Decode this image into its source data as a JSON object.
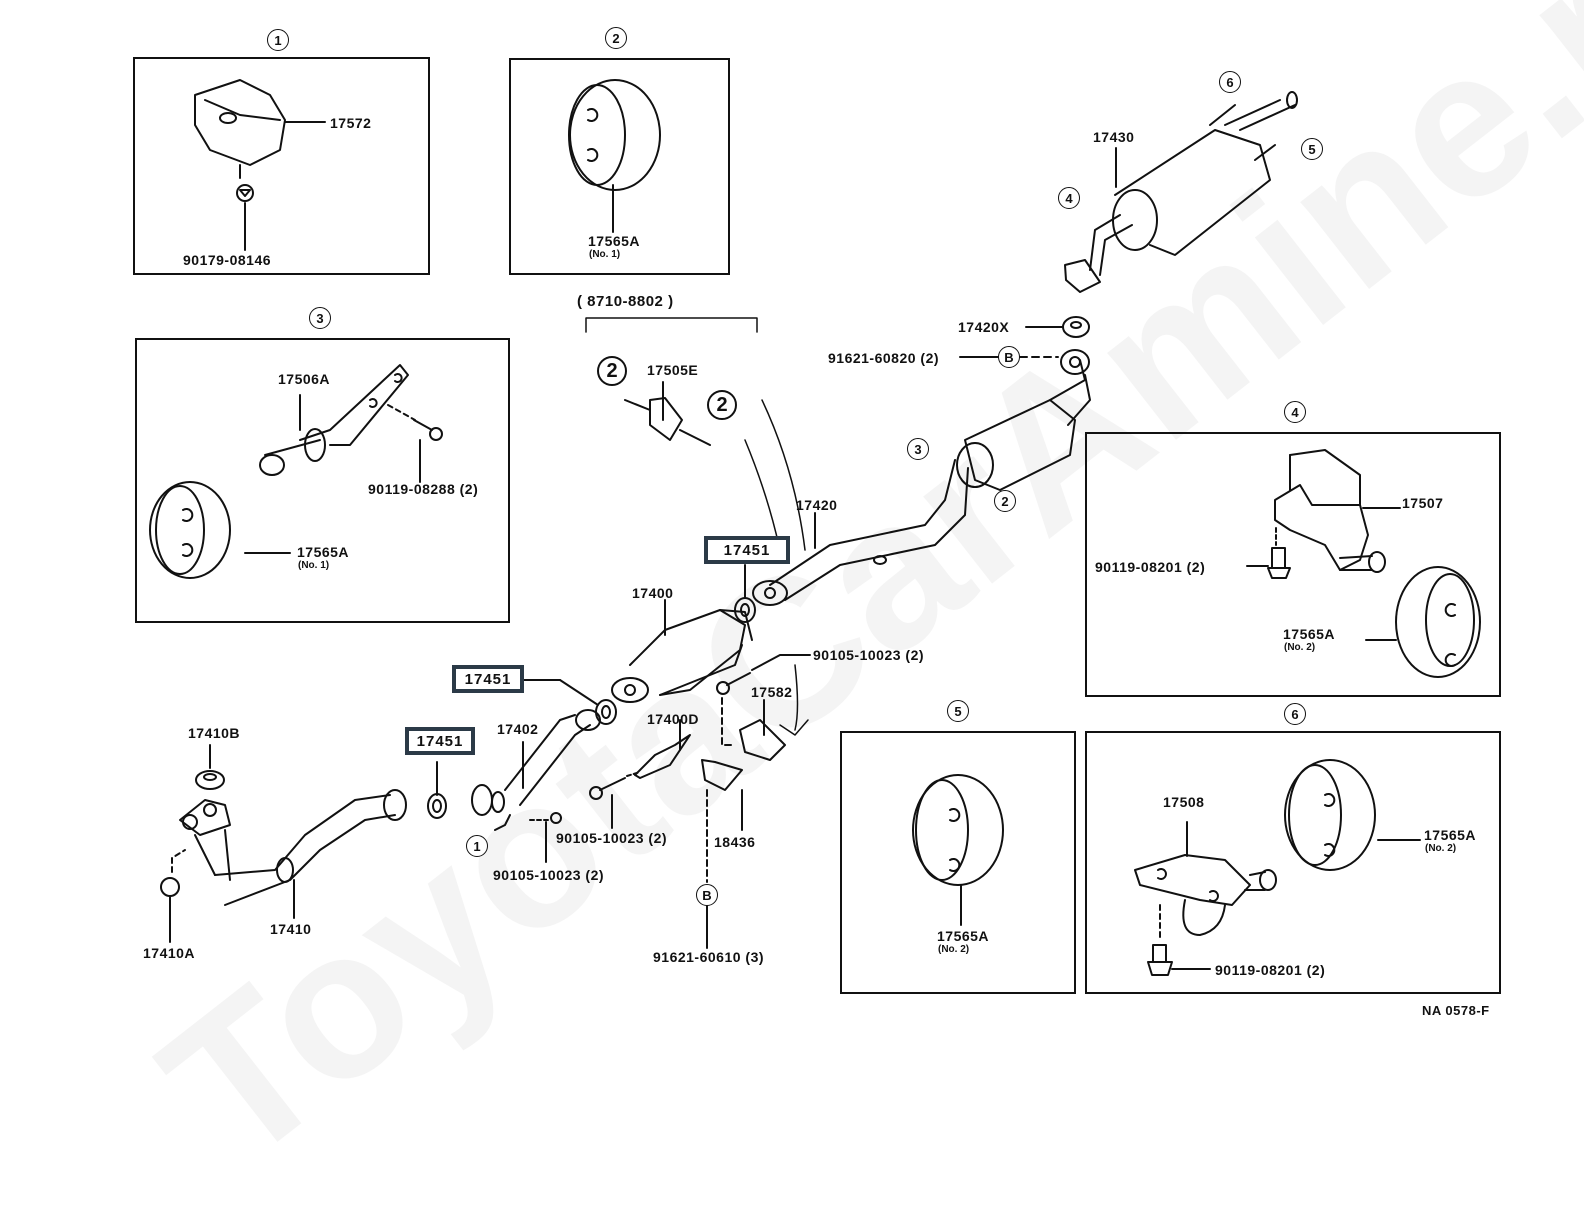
{
  "watermark": "ToyotaCarAmine.ru",
  "figure_code": "NA 0578-F",
  "date_range": "( 8710-8802 )",
  "insets": [
    {
      "id": "1",
      "parts": [
        {
          "number": "17572"
        },
        {
          "number": "90179-08146"
        }
      ]
    },
    {
      "id": "2",
      "parts": [
        {
          "number": "17565A",
          "note": "(No. 1)"
        }
      ]
    },
    {
      "id": "3",
      "parts": [
        {
          "number": "17506A"
        },
        {
          "number": "90119-08288 (2)"
        },
        {
          "number": "17565A",
          "note": "(No. 1)"
        }
      ]
    },
    {
      "id": "4",
      "parts": [
        {
          "number": "17507"
        },
        {
          "number": "90119-08201 (2)"
        },
        {
          "number": "17565A",
          "note": "(No. 2)"
        }
      ]
    },
    {
      "id": "5",
      "parts": [
        {
          "number": "17565A",
          "note": "(No. 2)"
        }
      ]
    },
    {
      "id": "6",
      "parts": [
        {
          "number": "17508"
        },
        {
          "number": "17565A",
          "note": "(No. 2)"
        },
        {
          "number": "90119-08201 (2)"
        }
      ]
    }
  ],
  "main_parts": {
    "p17505E": "17505E",
    "p17430": "17430",
    "p17420X": "17420X",
    "p91621_60820": "91621-60820 (2)",
    "p17420": "17420",
    "p17400": "17400",
    "p90105_a": "90105-10023 (2)",
    "p17582": "17582",
    "p17400D": "17400D",
    "p17402": "17402",
    "p90105_b": "90105-10023 (2)",
    "p90105_c": "90105-10023 (2)",
    "p18436": "18436",
    "p91621_60610": "91621-60610 (3)",
    "p17410B": "17410B",
    "p17410": "17410",
    "p17410A": "17410A"
  },
  "highlighted": [
    "17451",
    "17451",
    "17451"
  ],
  "callouts": {
    "c1": "1",
    "c2": "2",
    "c3": "3",
    "c4": "4",
    "c5": "5",
    "c6": "6",
    "cB": "B"
  }
}
